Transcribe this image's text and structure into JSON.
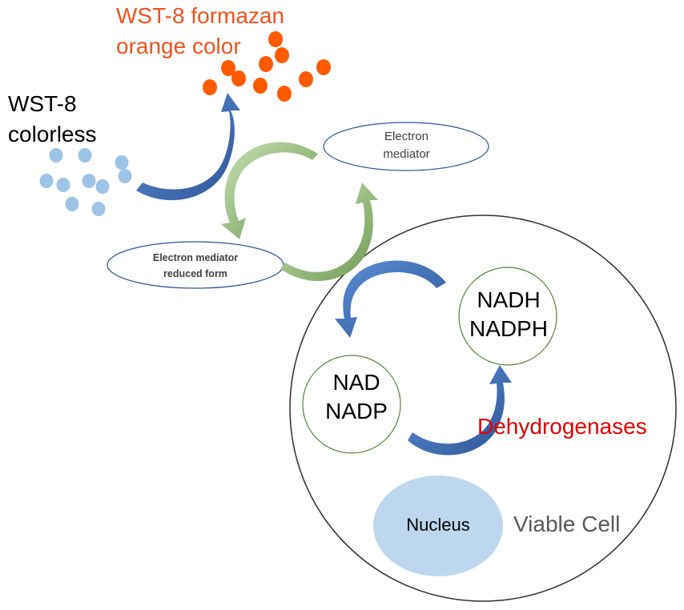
{
  "labels": {
    "wst8_formazan": "WST-8 formazan\norange color",
    "wst8_colorless": "WST-8\ncolorless",
    "electron_mediator": "Electron\nmediator",
    "electron_mediator_reduced": "Electron mediator\nreduced form",
    "nadh_nadph": "NADH\nNADPH",
    "nad_nadp": "NAD\nNADP",
    "dehydrogenases": "Dehydrogenases",
    "nucleus": "Nucleus",
    "viable_cell": "Viable Cell"
  },
  "colors": {
    "formazan_orange": "#ff5a00",
    "formazan_text": "#f4511e",
    "colorless_dot": "#9dc3e6",
    "blue_arrow": "#4472c4",
    "blue_arrow_dark": "#2f5597",
    "green_arrow": "#a9d18e",
    "green_arrow_dark": "#70ad47",
    "dehydrogenases_red": "#e00000",
    "circle_green": "#548235",
    "nucleus_fill": "#bdd7ee",
    "cell_outline": "#2f2f2f",
    "ellipse_outline": "#2f5597"
  }
}
